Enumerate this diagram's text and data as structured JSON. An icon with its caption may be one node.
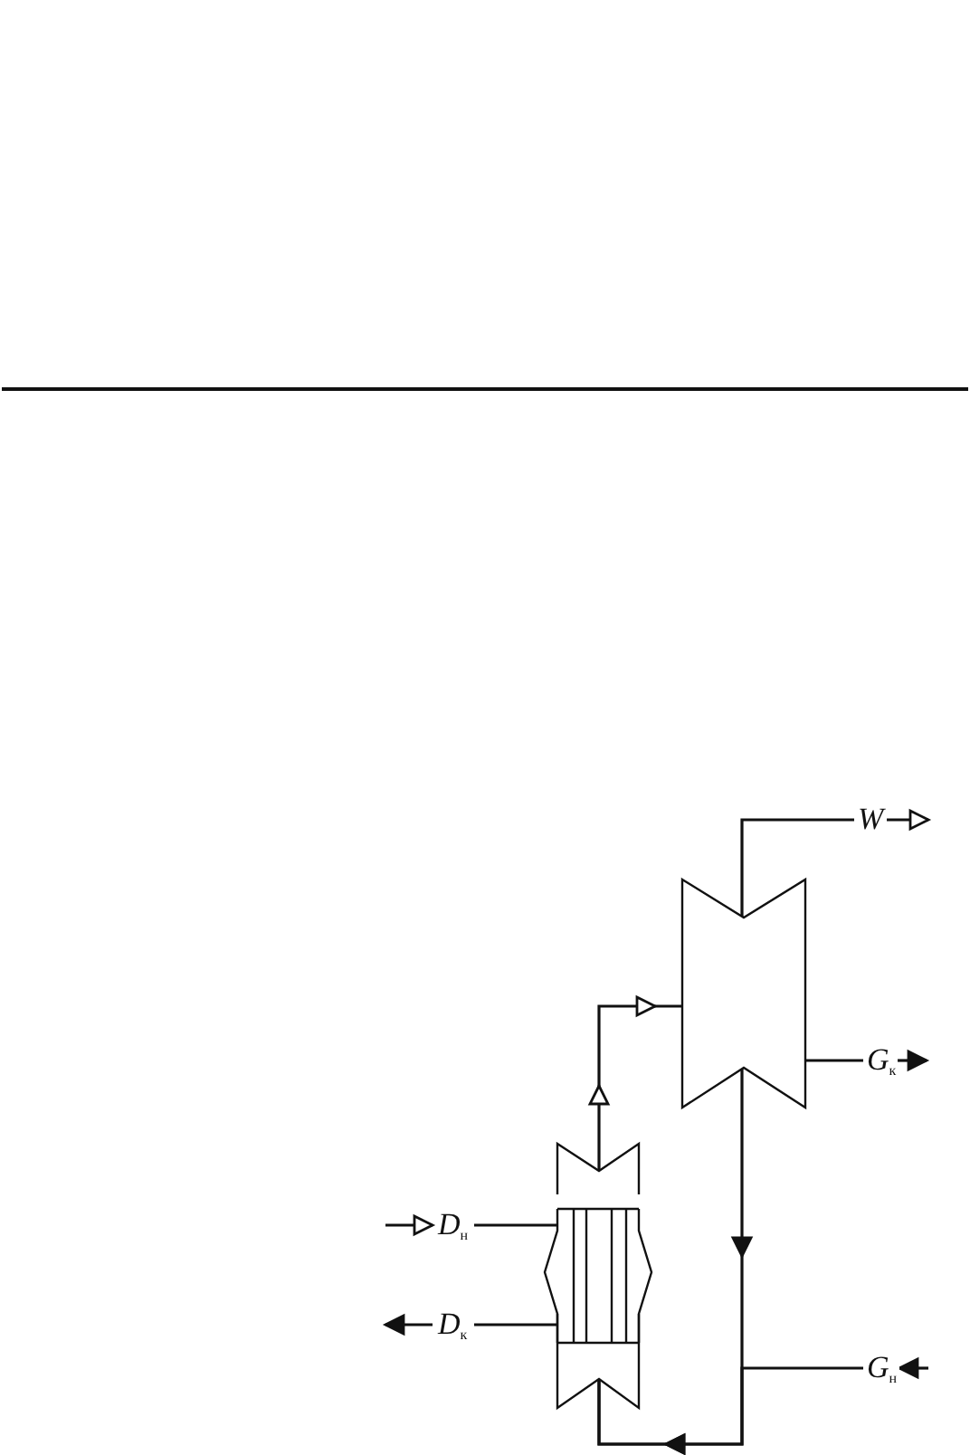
{
  "diagram": {
    "nodes": [
      {
        "text": [],
        "shape": "box"
      },
      {
        "text": [],
        "shape": "box"
      },
      {
        "text": [
          "W"
        ]
      },
      {
        "text": [
          "G$_{к}$"
        ]
      },
      {
        "text": [
          "G$_{н}$"
        ]
      },
      {
        "text": [
          "D$_{н}$"
        ]
      },
      {
        "text": [
          "D$_{к}$"
        ]
      }
    ],
    "edges": [
      {
        "from": 0,
        "to": 2,
        "arrow": "none"
      },
      {
        "from": 2,
        "to": null,
        "arrow": "to"
      },
      {
        "from": 0,
        "to": 3,
        "arrow": "none"
      },
      {
        "from": 3,
        "to": null,
        "arrow": "to"
      },
      {
        "from": null,
        "to": 4,
        "arrow": "to"
      },
      {
        "from": 4,
        "to": 1,
        "arrow": "to"
      },
      {
        "from": 0,
        "to": 1,
        "arrow": "to"
      },
      {
        "from": 1,
        "to": 0,
        "arrow": "to"
      },
      {
        "from": null,
        "to": 5,
        "arrow": "to"
      },
      {
        "from": 5,
        "to": 1,
        "arrow": "none"
      },
      {
        "from": 1,
        "to": 6,
        "arrow": "none"
      },
      {
        "from": 6,
        "to": null,
        "arrow": "to"
      }
    ]
  }
}
